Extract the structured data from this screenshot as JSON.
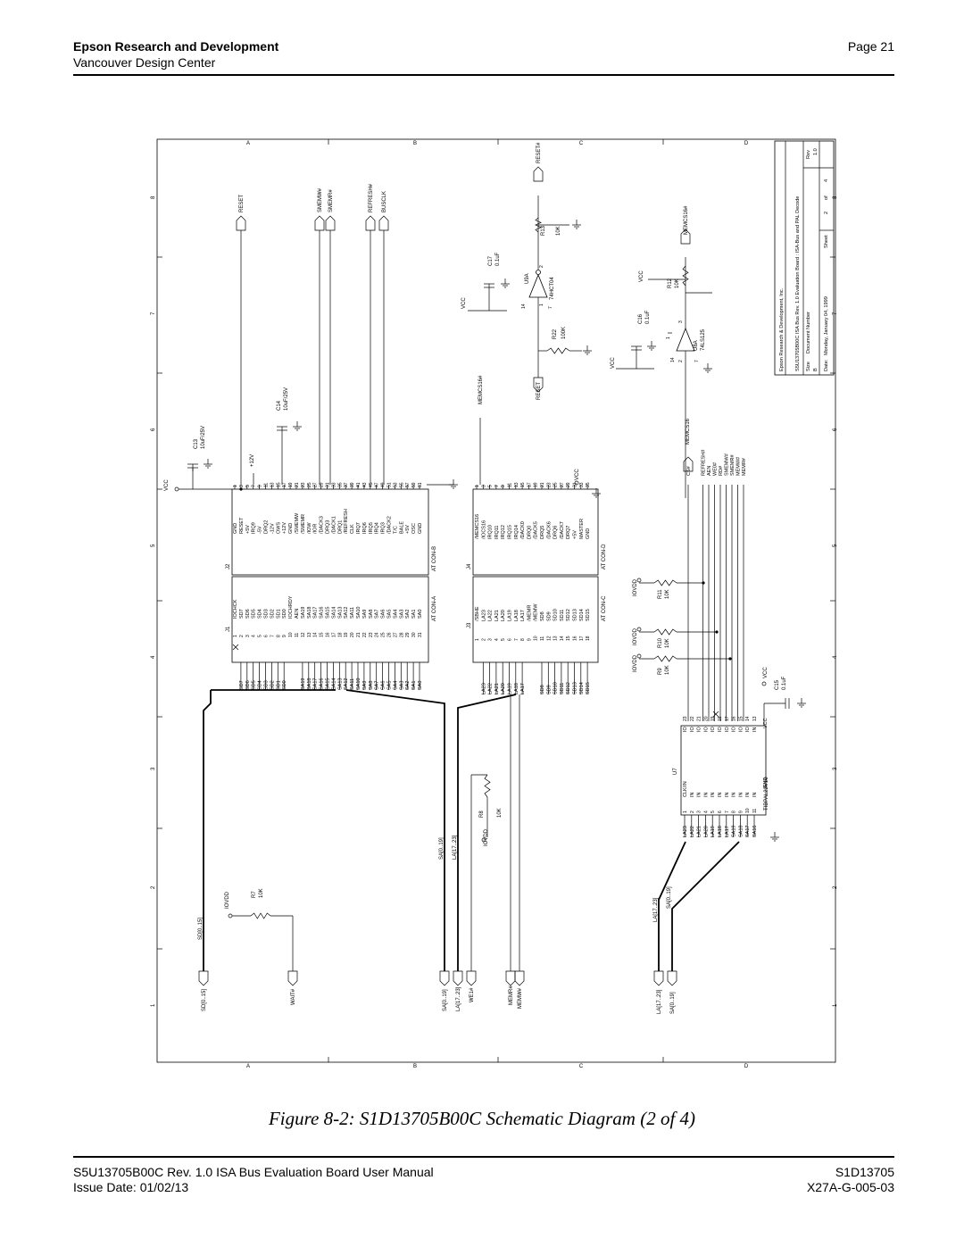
{
  "header": {
    "company": "Epson Research and Development",
    "center": "Vancouver Design Center",
    "page": "Page 21"
  },
  "caption": "Figure 8-2: S1D13705B00C Schematic Diagram (2 of 4)",
  "footer": {
    "manual": "S5U13705B00C Rev. 1.0 ISA Bus Evaluation Board User Manual",
    "issue": "Issue Date: 01/02/13",
    "part": "S1D13705",
    "doc": "X27A-G-005-03"
  },
  "frame": {
    "col_marks": [
      "A",
      "B",
      "C",
      "D"
    ],
    "row_marks": [
      "8",
      "7",
      "6",
      "5",
      "4",
      "3",
      "2",
      "1"
    ]
  },
  "title_block": {
    "company": "Epson Research & Development, Inc.",
    "title": "S5U13705B00C ISA Bus Rev. 1.0 Evaluation Board : ISA-Bus and PAL Decode",
    "size_label": "Size",
    "size": "B",
    "docnum_label": "Document Number",
    "rev_label": "Rev",
    "rev": "1.0",
    "date_label": "Date:",
    "date": "Monday, January 04, 1999",
    "sheet_label": "Sheet",
    "sheet": "2",
    "of_label": "of",
    "of": "4"
  },
  "ports": {
    "left_top": [
      "RESET",
      "SMEMW#",
      "SMEMR#",
      "REFRESH#",
      "BUSCLK"
    ],
    "bottom": [
      "SD[0..15]",
      "WAIT#",
      "SA[0..19]",
      "LA[17..23]",
      "WE1#",
      "MEMR#",
      "MEMW#",
      "LA[17..23]",
      "SA[0..19]"
    ],
    "reset_hash": "RESET#",
    "memcs16": "MEMCS16#"
  },
  "buses": {
    "sd": "SD[0..15]",
    "sa": "SA[0..19]",
    "la": "LA[17..23]"
  },
  "power": {
    "vcc": "VCC",
    "p12v": "+12V",
    "iovdd": "IOVDD"
  },
  "components": {
    "c13": [
      "C13",
      "10uF/25V"
    ],
    "c14": [
      "C14",
      "10uF/25V"
    ],
    "c15": [
      "C15",
      "0.1uF"
    ],
    "c16": [
      "C16",
      "0.1uF"
    ],
    "c17": [
      "C17",
      "0.1uF"
    ],
    "r7": [
      "R7",
      "10K"
    ],
    "r8": [
      "R8",
      "10K"
    ],
    "r9": [
      "R9",
      "10K"
    ],
    "r10": [
      "R10",
      "10K"
    ],
    "r11": [
      "R11",
      "10K"
    ],
    "r12": [
      "R12",
      "10K"
    ],
    "r13": [
      "R13",
      "10K"
    ],
    "r22": [
      "R22",
      "100K"
    ],
    "u9a": [
      "U9A",
      "74HCT04"
    ],
    "u8a": [
      "U8A",
      "74LS125"
    ],
    "u7": [
      "U7",
      "TIBPAL22V10"
    ]
  },
  "connectors": {
    "j2": {
      "ref": "J2",
      "name": "AT CON-B",
      "signals": [
        "GND",
        "RESET",
        "+5V",
        "IRQ9",
        "-5V",
        "DRQ2",
        "-12V",
        "OWS",
        "+12V",
        "GND",
        "/SMEMW",
        "/SMEMR",
        "/IOW",
        "/IOR",
        "/DACK3",
        "DRQ3",
        "/DACK1",
        "DRQ1",
        "/REFRESH",
        "CLK",
        "IRQ7",
        "IRQ6",
        "IRQ5",
        "IRQ4",
        "IRQ3",
        "/DACK2",
        "T/C",
        "BALE",
        "+5V",
        "OSC",
        "GND"
      ]
    },
    "j1": {
      "ref": "J1",
      "name": "AT CON-A",
      "signals": [
        "IOCHCK",
        "SD7",
        "SD6",
        "SD5",
        "SD4",
        "SD3",
        "SD2",
        "SD1",
        "SD0",
        "IOCHRDY",
        "AEN",
        "SA19",
        "SA18",
        "SA17",
        "SA16",
        "SA15",
        "SA14",
        "SA13",
        "SA12",
        "SA11",
        "SA10",
        "SA9",
        "SA8",
        "SA7",
        "SA6",
        "SA5",
        "SA4",
        "SA3",
        "SA2",
        "SA1",
        "SA0"
      ],
      "nets": [
        "SD7",
        "SD6",
        "SD5",
        "SD4",
        "SD3",
        "SD2",
        "SD1",
        "SD0",
        "SA19",
        "SA18",
        "SA17",
        "SA16",
        "SA15",
        "SA14",
        "SA13",
        "SA12",
        "SA11",
        "SA10",
        "SA9",
        "SA8",
        "SA7",
        "SA6",
        "SA5",
        "SA4",
        "SA3",
        "SA2",
        "SA1",
        "SA0"
      ]
    },
    "j4": {
      "ref": "J4",
      "name": "AT CON-D",
      "signals": [
        "/MEMCS16",
        "/IOCS16",
        "IRQ10",
        "IRQ11",
        "IRQ12",
        "IRQ15",
        "IRQ14",
        "/DACK0",
        "DRQ0",
        "/DACK5",
        "DRQ5",
        "/DACK6",
        "DRQ6",
        "/DACK7",
        "DRQ7",
        "+5V",
        "MASTER",
        "GND"
      ]
    },
    "j3": {
      "ref": "J3",
      "name": "AT CON-C",
      "signals": [
        "/SBHE",
        "LA23",
        "LA22",
        "LA21",
        "LA20",
        "LA19",
        "LA18",
        "LA17",
        "/MEMR",
        "/MEMW",
        "SD8",
        "SD9",
        "SD10",
        "SD11",
        "SD12",
        "SD13",
        "SD14",
        "SD15"
      ],
      "nets": [
        "LA23",
        "LA22",
        "LA21",
        "LA20",
        "LA19",
        "LA18",
        "LA17",
        "SD8",
        "SD9",
        "SD10",
        "SD11",
        "SD12",
        "SD13",
        "SD14",
        "SD15"
      ]
    }
  },
  "pal": {
    "inputs": [
      "CLK/IN",
      "IN",
      "IN",
      "IN",
      "IN",
      "IN",
      "IN",
      "IN",
      "IN",
      "IN",
      "IN"
    ],
    "input_nets": [
      "LA23",
      "LA22",
      "LA21",
      "LA20",
      "LA19",
      "LA18",
      "LA17",
      "SA19",
      "SA18",
      "SA17",
      "SA16"
    ],
    "gnd": "GND",
    "io_pins": [
      "IO",
      "IO",
      "IO",
      "IO",
      "IO",
      "IO",
      "IO",
      "IO",
      "IO",
      "IO",
      "IN"
    ],
    "outputs": [
      "CS#",
      "REFRESH#",
      "AEN",
      "WE0#",
      "RD#",
      "SMEMW#",
      "SMEMR#",
      "MEMW#",
      "MEMR#"
    ],
    "memcs16": "MEMCS16"
  },
  "u9_pins": [
    "1",
    "2",
    "14",
    "7"
  ],
  "u8_pins": [
    "2",
    "3",
    "1",
    "14",
    "7"
  ]
}
